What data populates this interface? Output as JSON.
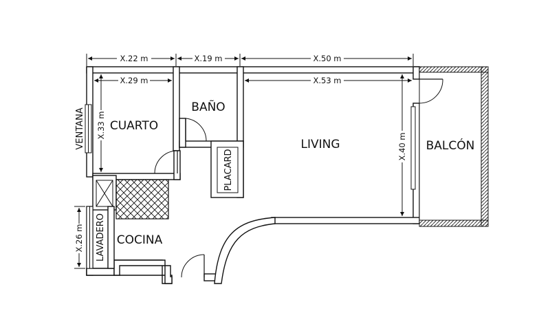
{
  "dimensions": {
    "top_left": "X.22 m",
    "top_middle": "X.19 m",
    "top_right": "X.50 m",
    "cuarto_width": "X.29 m",
    "living_width": "X.53 m",
    "cuarto_height": "X.33 m",
    "living_height": "X.40 m",
    "cocina_height": "X.26 m"
  },
  "rooms": {
    "cuarto": "CUARTO",
    "bano": "BAÑO",
    "living": "LIVING",
    "balcon": "BALCÓN",
    "placard": "PLACARD",
    "cocina": "COCINA",
    "lavadero": "LAVADERO",
    "ventana": "VENTANA"
  }
}
